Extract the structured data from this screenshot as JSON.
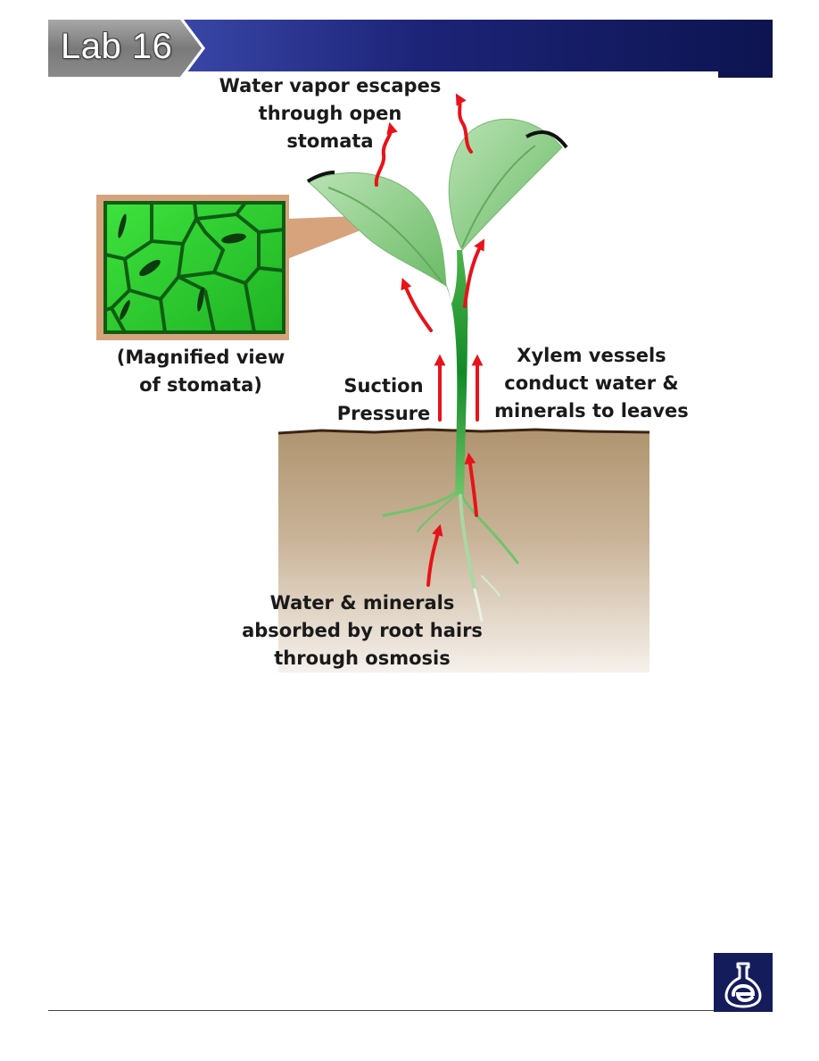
{
  "header": {
    "title": "Lab 16"
  },
  "diagram": {
    "labels": {
      "vapor": "Water vapor escapes\nthrough open stomata",
      "magnified": "(Magnified view\nof stomata)",
      "suction": "Suction\nPressure",
      "xylem": "Xylem vessels\nconduct water &\nminerals to leaves",
      "absorbed": "Water & minerals\nabsorbed by root hairs\nthrough osmosis"
    },
    "colors": {
      "arrow": "#e8131a",
      "leaf": "#8fcc8a",
      "stem": "#1b8f2e",
      "soil_top": "#b09470",
      "soil_bottom": "#f3eeea",
      "stomata_bg": "#2bd12e",
      "stomata_frame": "#d6a37d"
    }
  },
  "footer": {
    "logo_icon": "flask-logo-icon"
  }
}
